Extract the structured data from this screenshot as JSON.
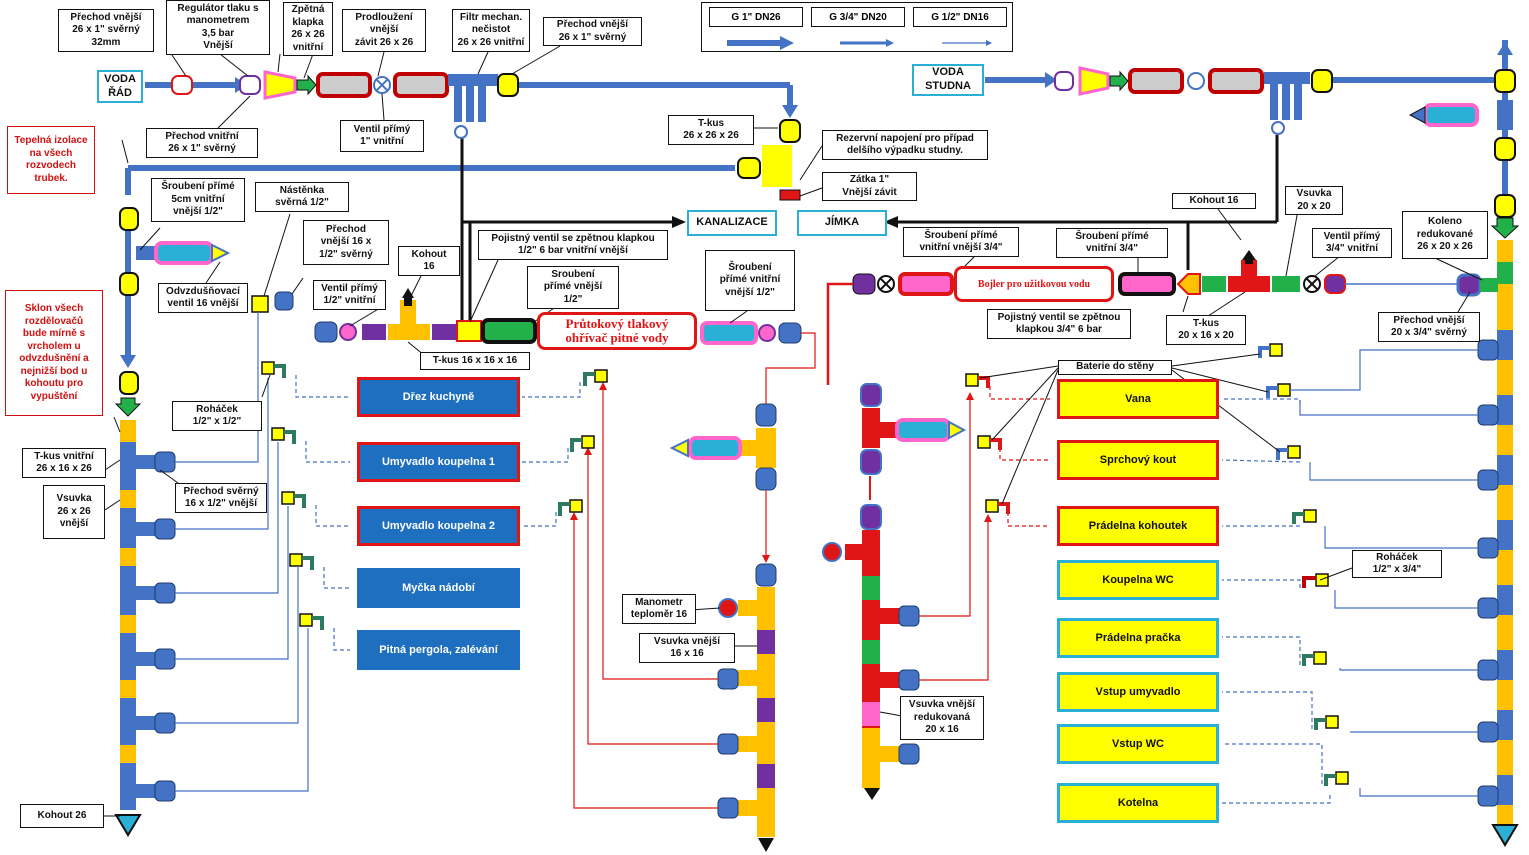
{
  "legend": [
    {
      "label": "G 1\"  DN26"
    },
    {
      "label": "G 3/4\" DN20"
    },
    {
      "label": "G 1/2\" DN16"
    }
  ],
  "sources": {
    "voda_rad": [
      "VODA",
      "ŘÁD"
    ],
    "voda_studna": [
      "VODA",
      "STUDNA"
    ]
  },
  "outlets": {
    "kanalizace": "KANALIZACE",
    "jimka": "JÍMKA"
  },
  "labels": {
    "prechod_vnejsi_26": [
      "Přechod vnější",
      "26 x 1\" svěrný",
      "32mm"
    ],
    "regulator": [
      "Regulátor tlaku s",
      "manometrem",
      "3,5 bar",
      "Vnější"
    ],
    "zpetna_klapka": [
      "Zpětná",
      "klapka",
      "26 x 26",
      "vnitřní"
    ],
    "prodlouzeni": [
      "Prodloužení",
      "vnější",
      "závit 26 x 26"
    ],
    "filtr": [
      "Filtr mechan.",
      "nečistot",
      "26 x 26 vnitřní"
    ],
    "prechod_vnejsi_26b": [
      "Přechod vnější",
      "26 x 1\" svěrný"
    ],
    "prechod_vnitrni_26": [
      "Přechod vnitřní",
      "26 x 1\" svěrný"
    ],
    "ventil_primy_1": [
      "Ventil přímý",
      "1\" vnitřní"
    ],
    "tkus_26": [
      "T-kus",
      "26 x 26 x 26"
    ],
    "rezervni": [
      "Rezervní napojení pro případ",
      "delšího výpadku studny."
    ],
    "zatka": [
      "Zátka 1\"",
      "Vnější závit"
    ],
    "tepelna_izolace": [
      "Tepelná izolace",
      "na všech",
      "rozvodech",
      "trubek."
    ],
    "sroubeni_5cm": [
      "Šroubení přímé",
      "5cm vnitřní",
      "vnější 1/2\""
    ],
    "nastenka": [
      "Nástěnka",
      "svěrná 1/2\""
    ],
    "odvzdusnovaci": [
      "Odvzdušňovací",
      "ventil 16 vnější"
    ],
    "prechod_16": [
      "Přechod",
      "vnější 16 x",
      "1/2\" svěrný"
    ],
    "ventil_primy_12": [
      "Ventil přímý",
      "1/2\" vnitřní"
    ],
    "kohout_16": [
      "Kohout",
      "16"
    ],
    "pojistny_ventil": [
      "Pojistný ventil se zpětnou klapkou",
      "1/2\" 6 bar vnitřní vnější"
    ],
    "sroubeni_prime_12": [
      "Sroubení",
      "přímé vnější",
      "1/2\""
    ],
    "sroubeni_vnitrni_12": [
      "Šroubení",
      "přímé vnitřní",
      "vnější 1/2\""
    ],
    "tkus_16": [
      "T-kus 16 x 16 x 16"
    ],
    "sklon": [
      "Sklon všech",
      "rozdělovačů",
      "bude mírně s",
      "vrcholem u",
      "odvzdušnění a",
      "nejnižší bod u",
      "kohoutu pro",
      "vypuštění"
    ],
    "rohacek_12": [
      "Roháček",
      "1/2\" x 1/2\""
    ],
    "tkus_vnitrni": [
      "T-kus vnitřní",
      "26 x 16 x 26"
    ],
    "vsuvka_26": [
      "Vsuvka",
      "26 x 26",
      "vnější"
    ],
    "prechod_sverny": [
      "Přechod svěrný",
      "16 x 1/2\" vnější"
    ],
    "kohout_26": [
      "Kohout 26"
    ],
    "manometr": [
      "Manometr",
      "teploměr 16"
    ],
    "vsuvka_16": [
      "Vsuvka vnější",
      "16 x 16"
    ],
    "sroubeni_34a": [
      "Šroubení přímé",
      "vnitřní vnější 3/4\""
    ],
    "sroubeni_34b": [
      "Šroubení přímé",
      "vnitřní 3/4\""
    ],
    "kohout_16b": [
      "Kohout 16"
    ],
    "vsuvka_20": [
      "Vsuvka",
      "20 x 20"
    ],
    "ventil_34": [
      "Ventil přímý",
      "3/4\" vnitřní"
    ],
    "koleno": [
      "Koleno",
      "redukované",
      "26 x 20 x 26"
    ],
    "pojistny_34": [
      "Pojistný ventil se zpětnou",
      "klapkou 3/4\" 6 bar"
    ],
    "tkus_20": [
      "T-kus",
      "20 x 16 x 20"
    ],
    "prechod_20": [
      "Přechod vnější",
      "20 x 3/4\" svěrný"
    ],
    "baterie": [
      "Baterie do stěny"
    ],
    "rohacek_34": [
      "Roháček",
      "1/2\" x 3/4\""
    ],
    "vsuvka_red": [
      "Vsuvka vnější",
      "redukovaná",
      "20 x 16"
    ]
  },
  "heaters": {
    "prutokovy": [
      "Průtokový tlakový",
      "ohřívač pitné vody"
    ],
    "bojler": [
      "Bojler pro užitkovou vodu"
    ]
  },
  "fixtures_cold_left": [
    "Dřez kuchyně",
    "Umyvadlo koupelna 1",
    "Umyvadlo koupelna 2",
    "Myčka nádobí",
    "Pitná pergola, zalévání"
  ],
  "fixtures_right": [
    "Vana",
    "Sprchový kout",
    "Prádelna kohoutek",
    "Koupelna WC",
    "Prádelna pračka",
    "Vstup umyvadlo",
    "Vstup WC",
    "Kotelna"
  ],
  "colors": {
    "pipe_blue": "#4472c4",
    "yellow": "#ffff00",
    "red": "#e01515",
    "cyan": "#2ab0d6",
    "green": "#22b04b",
    "purple": "#7030a0",
    "magenta": "#ff66cc",
    "orange": "#ffc000",
    "fixture_blue": "#1e6fc0"
  }
}
